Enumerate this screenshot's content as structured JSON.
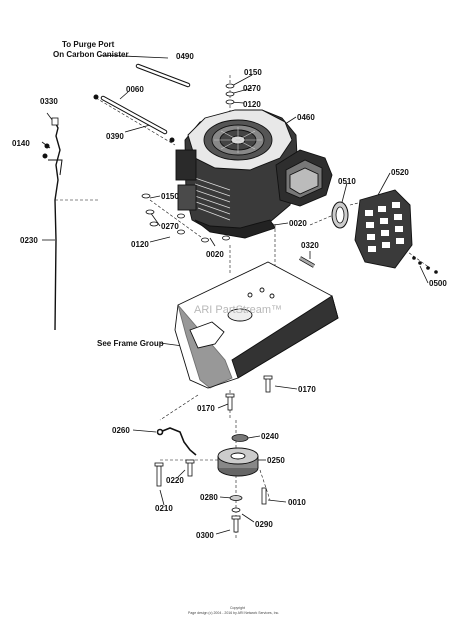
{
  "notes": {
    "purge_line1": "To Purge Port",
    "purge_line2": "On Carbon Canister",
    "frame": "See Frame Group"
  },
  "parts": {
    "p0490": "0490",
    "p0150a": "0150",
    "p0270a": "0270",
    "p0120a": "0120",
    "p0060": "0060",
    "p0330": "0330",
    "p0460": "0460",
    "p0390": "0390",
    "p0140": "0140",
    "p0520": "0520",
    "p0510": "0510",
    "p0150b": "0150",
    "p0270b": "0270",
    "p0120b": "0120",
    "p0020a": "0020",
    "p0020b": "0020",
    "p0230": "0230",
    "p0320": "0320",
    "p0500": "0500",
    "p0170a": "0170",
    "p0170b": "0170",
    "p0260": "0260",
    "p0240": "0240",
    "p0250": "0250",
    "p0220": "0220",
    "p0210": "0210",
    "p0280": "0280",
    "p0010": "0010",
    "p0290": "0290",
    "p0300": "0300"
  },
  "watermark": "ARI PartStream™",
  "footer": {
    "line1": "Copyright",
    "line2": "Page design (c) 2004 - 2016 by ARI Network Services, Inc."
  }
}
